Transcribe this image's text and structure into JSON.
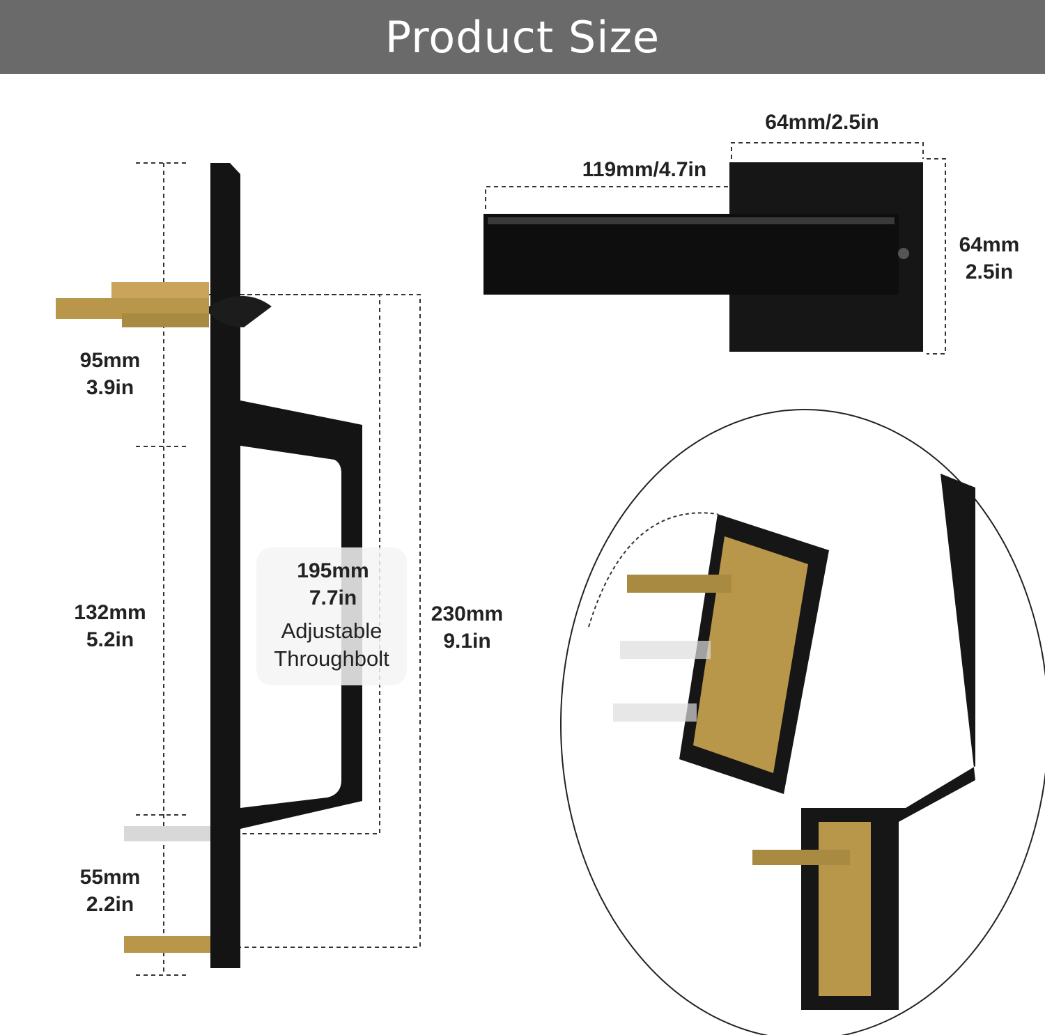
{
  "header": {
    "title": "Product Size"
  },
  "left_dimensions": {
    "top_plate": {
      "mm": "95mm",
      "in": "3.9in"
    },
    "grip": {
      "mm": "132mm",
      "in": "5.2in"
    },
    "bottom_plate": {
      "mm": "55mm",
      "in": "2.2in"
    },
    "throughbolt": {
      "mm": "195mm",
      "in": "7.7in",
      "note_line1": "Adjustable",
      "note_line2": "Throughbolt"
    },
    "total": {
      "mm": "230mm",
      "in": "9.1in"
    }
  },
  "lever_dimensions": {
    "rose_width": "64mm/2.5in",
    "lever_length": "119mm/4.7in",
    "rose_height": {
      "mm": "64mm",
      "in": "2.5in"
    }
  },
  "colors": {
    "header": "#6a6a6a",
    "finish": "#141414",
    "brass": "#b8964a"
  }
}
